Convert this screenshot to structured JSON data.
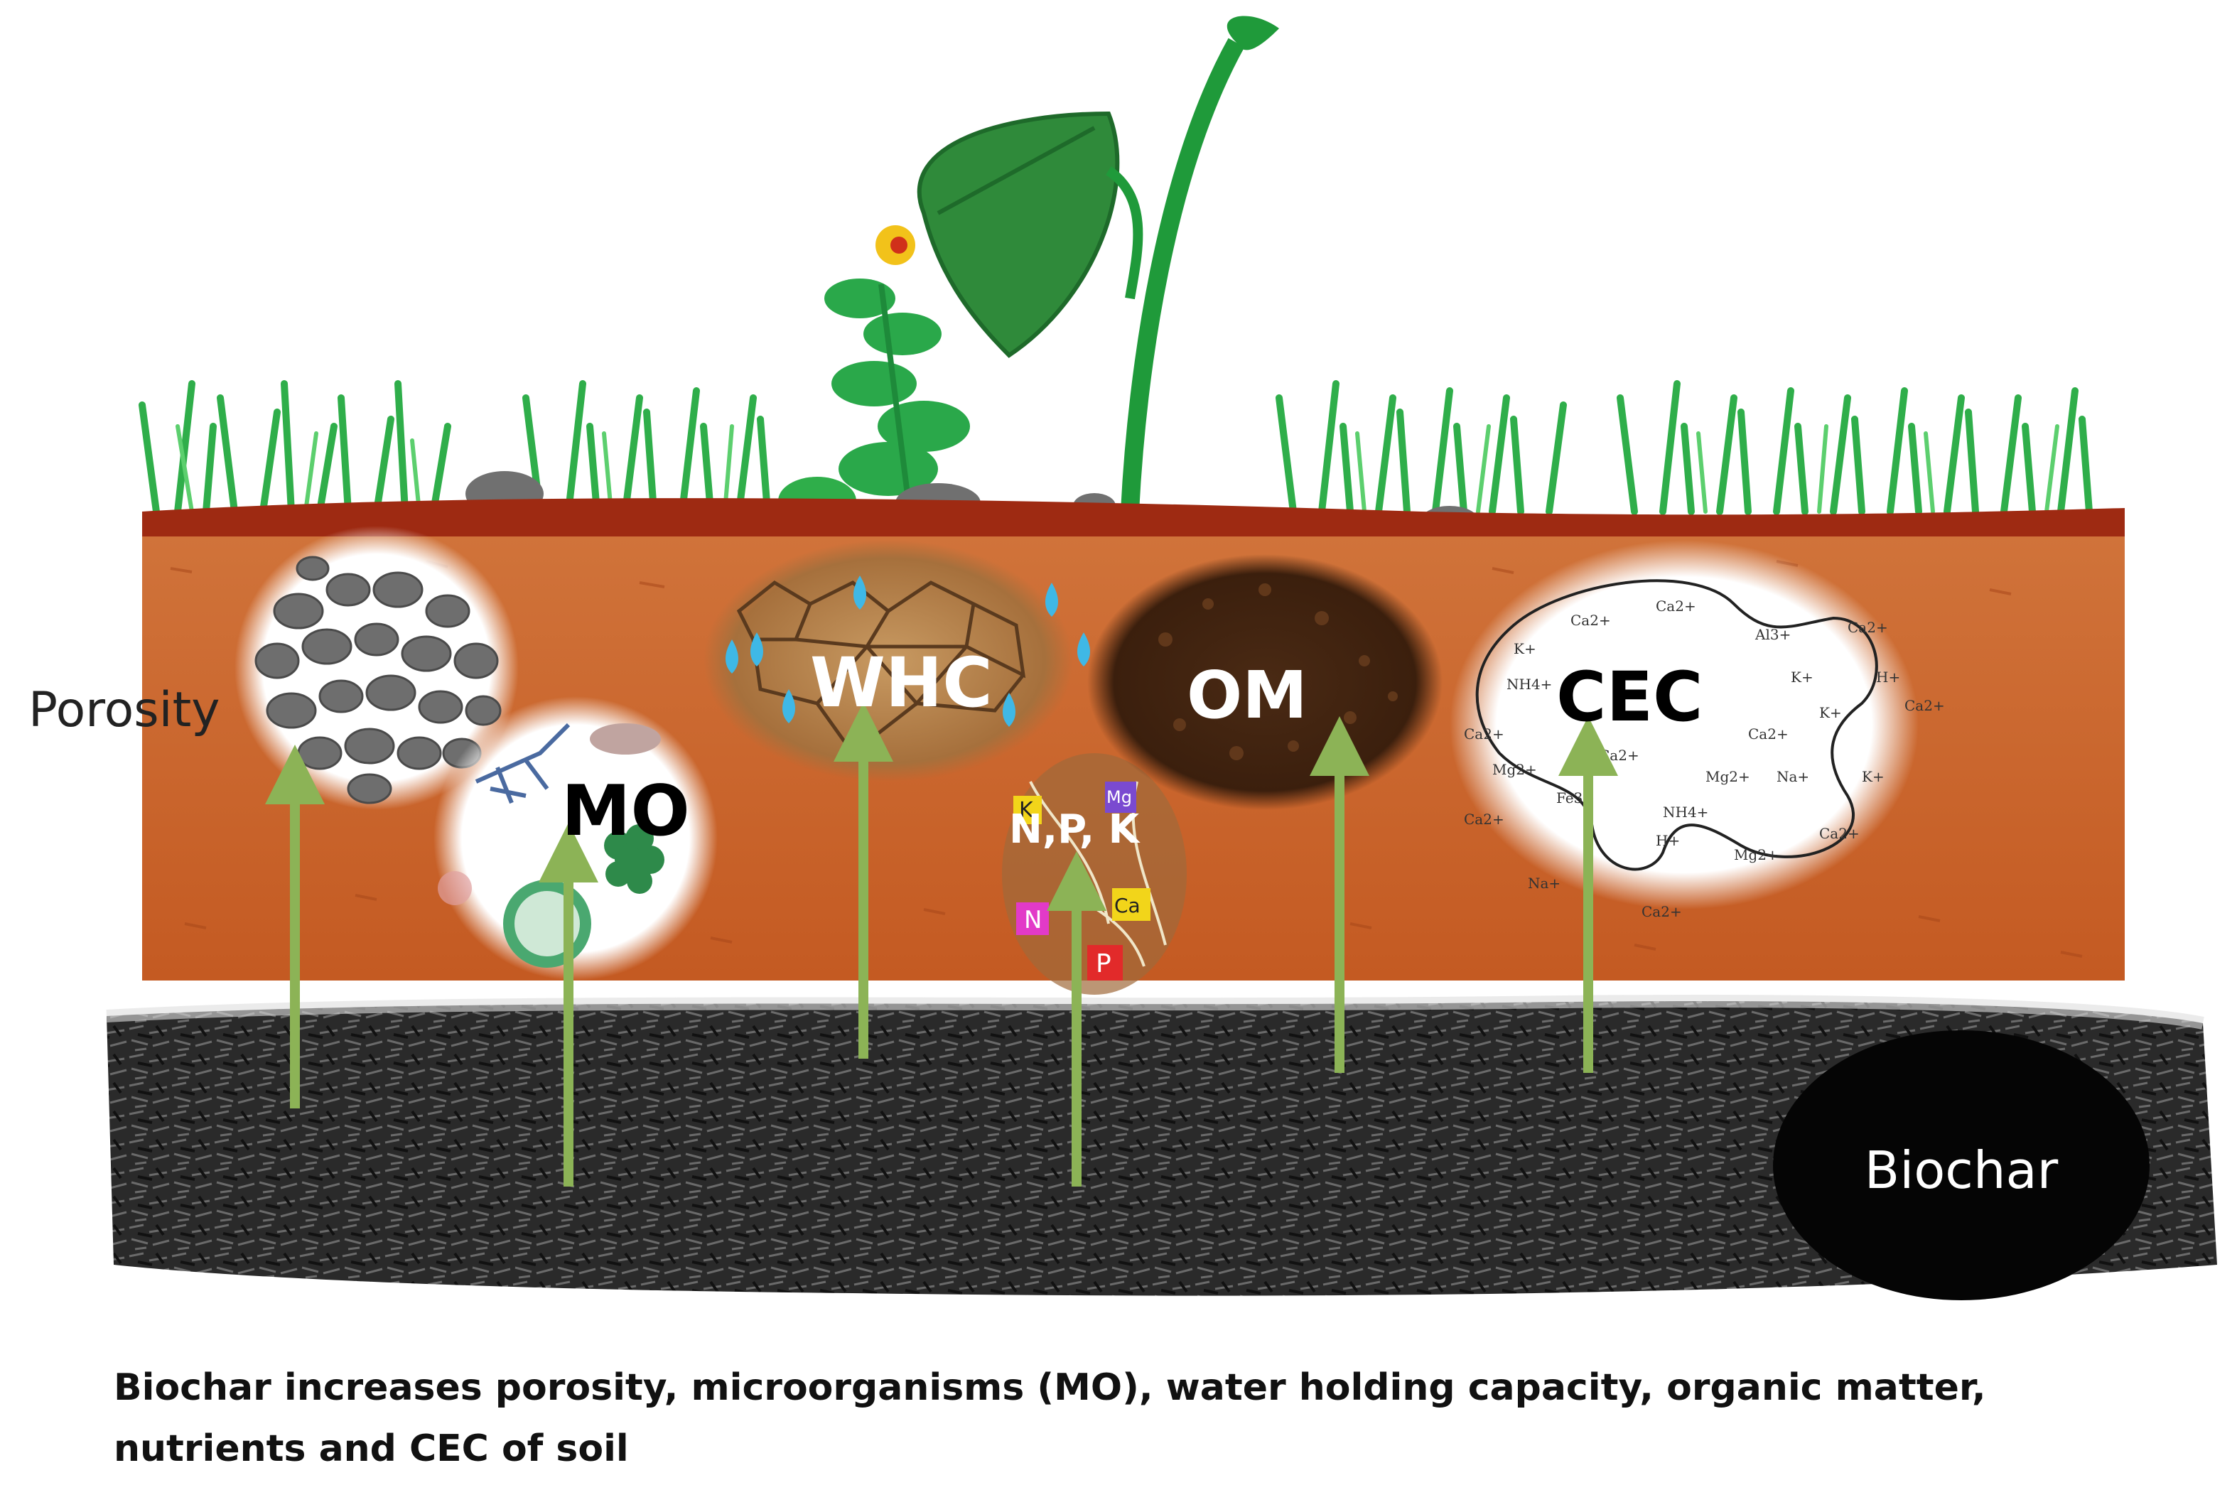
{
  "labels": {
    "porosity": "Porosity",
    "mo": "MO",
    "whc": "WHC",
    "npk": "N,P, K",
    "om": "OM",
    "cec": "CEC",
    "biochar": "Biochar"
  },
  "nutrient_tiles": [
    "N",
    "P",
    "K",
    "Ca",
    "Mg"
  ],
  "cec_ions": [
    "Ca2+",
    "K+",
    "Al3+",
    "NH4+",
    "Mg2+",
    "Na+",
    "H+",
    "Fe3+"
  ],
  "caption": "Biochar increases porosity, microorganisms (MO), water holding capacity, organic matter, nutrients and CEC of soil",
  "colors": {
    "soil": "#c8642a",
    "topsoil": "#9e2a12",
    "grass": "#2fae4a",
    "arrow": "#8cb356",
    "water": "#3fb8e6",
    "biochar": "#1a1a1a"
  }
}
